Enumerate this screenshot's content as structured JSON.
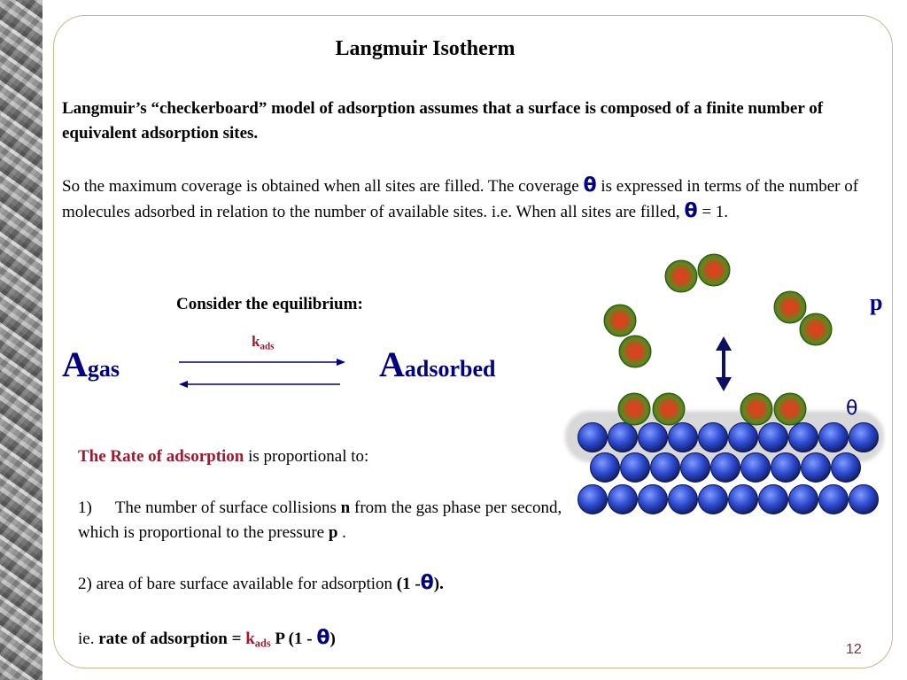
{
  "title": "Langmuir Isotherm",
  "para1": "Langmuir’s “checkerboard” model of adsorption assumes that a surface is composed of a finite number of equivalent adsorption sites.",
  "para2": {
    "part1": "So the maximum coverage is obtained when all sites are filled. The coverage",
    "theta": "θ",
    "part2": "is expressed in terms of the number of molecules adsorbed in relation to the number of available sites. i.e. When all sites are filled,",
    "part3": "= 1."
  },
  "equilibrium": {
    "heading": "Consider the equilibrium:",
    "k": "k",
    "k_sub": "ads",
    "left_main": "A",
    "left_sub": "gas",
    "right_main": "A",
    "right_sub": "adsorbed"
  },
  "rate": {
    "lead_colored": "The Rate of adsorption",
    "lead_rest": "is proportional to:",
    "item1_num": "1)",
    "item1_a": "The number of surface collisions",
    "item1_n": "n",
    "item1_b": "from the gas phase per second, which is proportional to the pressure",
    "item1_p": "p",
    "item1_end": ".",
    "item2_a": "2)  area of bare surface available for adsorption",
    "item2_b1": "(1 -",
    "item2_theta": "θ",
    "item2_b2": ").",
    "ie": "ie.",
    "eq_a": "rate of adsorption",
    "eq_eq": "=",
    "eq_k": "k",
    "eq_ksub": "ads",
    "eq_b": "P (1 -",
    "eq_theta": "θ",
    "eq_c": ")"
  },
  "diagram": {
    "p_label": "p",
    "theta_label": "θ",
    "colors": {
      "blue_ball": "#2f4bd0",
      "green_ball": "#4a8a1e",
      "core": "#d4451f",
      "arrow": "#0c1060"
    }
  },
  "page_number": "12"
}
